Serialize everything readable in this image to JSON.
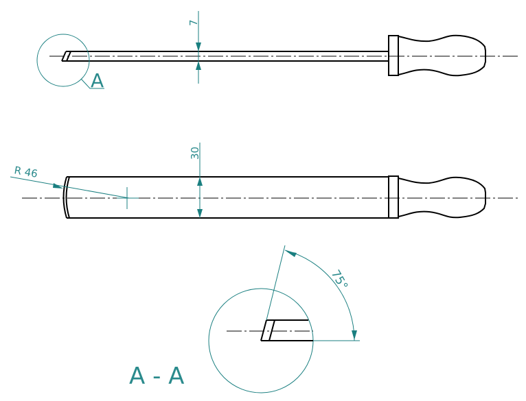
{
  "drawing": {
    "top_view": {
      "dimension_diameter": "7",
      "detail_label": "A"
    },
    "side_view": {
      "dimension_width": "30",
      "radius_label": "R 46"
    },
    "section_view": {
      "angle_label": "75°",
      "section_title": "A - A"
    },
    "colors": {
      "outline": "#000000",
      "dimension": "#1a7f80"
    }
  }
}
